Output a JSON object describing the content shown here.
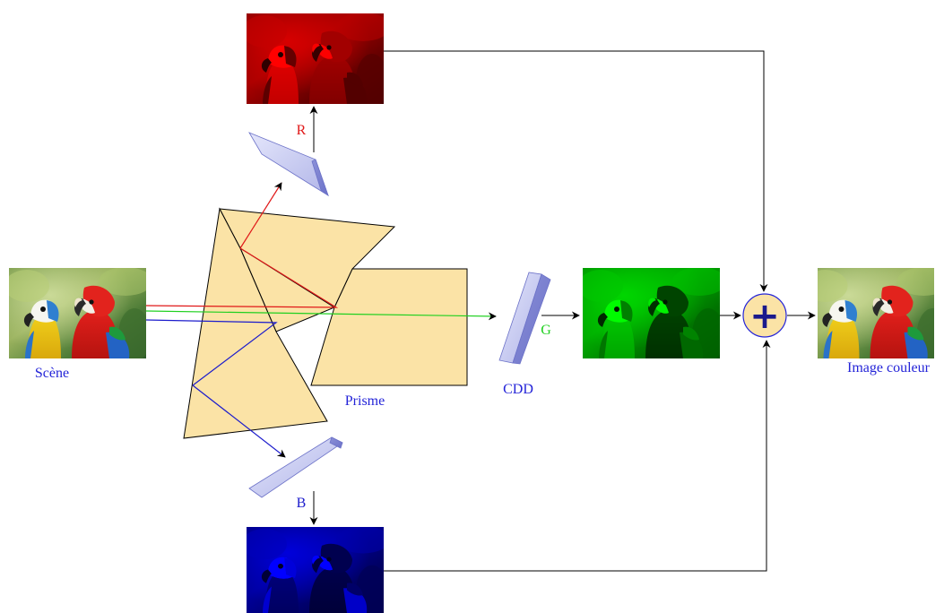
{
  "labels": {
    "scene": "Scène",
    "prism": "Prisme",
    "ccd": "CDD",
    "red": "R",
    "green": "G",
    "blue": "B",
    "output": "Image couleur"
  },
  "symbols": {
    "combine": "+"
  },
  "colors": {
    "label_blue": "#2424d8",
    "red": "#e01818",
    "green": "#1fd01f",
    "blue": "#1c1ccc",
    "prism_fill": "#fbe3a6",
    "sensor_fill": "#c6c9ef",
    "adder_fill": "#fbe3a6"
  }
}
